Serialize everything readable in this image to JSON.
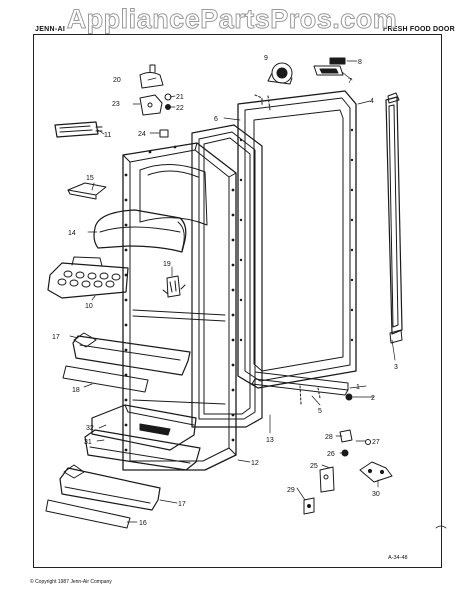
{
  "header": {
    "brand_code": "JENN-AI",
    "model_code": "",
    "section_title": "FRESH FOOD DOOR"
  },
  "watermark": "AppliancePartsPros.com",
  "parts": [
    "1",
    "2",
    "3",
    "4",
    "5",
    "6",
    "7",
    "8",
    "9",
    "10",
    "11",
    "12",
    "13",
    "14",
    "15",
    "16",
    "17",
    "17",
    "18",
    "19",
    "20",
    "21",
    "22",
    "23",
    "24",
    "25",
    "26",
    "27",
    "28",
    "29",
    "30",
    "31",
    "32"
  ],
  "footer": {
    "copyright": "© Copyright 1987 Jenn-Air Company",
    "doc_code": "A-34-48"
  }
}
